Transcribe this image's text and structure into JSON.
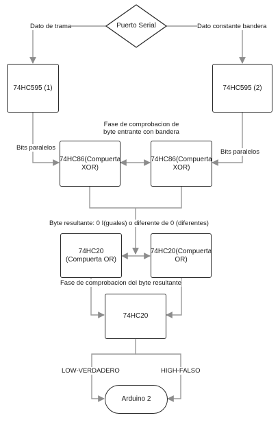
{
  "nodes": {
    "serial": "Puerto Serial",
    "sr1": "74HC595 (1)",
    "sr2": "74HC595 (2)",
    "xor1": "74HC86(Compuerta XOR)",
    "xor2": "74HC86(Compuerta XOR)",
    "or1": "74HC20 (Compuerta OR)",
    "or2": "74HC20(Compuerta OR)",
    "and": "74HC20",
    "arduino": "Arduino 2"
  },
  "labels": {
    "dato_trama": "Dato de trama",
    "dato_bandera": "Dato constante bandera",
    "bits_left": "Bits paralelos",
    "bits_right": "Bits paralelos",
    "fase1_line1": "Fase de comprobacion de",
    "fase1_line2": "byte entrante con bandera",
    "byte_resultante": "Byte resultante: 0 I(guales) o diferente de 0 (diferentes)",
    "fase2": "Fase de comprobacion del byte resultante",
    "low": "LOW-VERDADERO",
    "high": "HIGH-FALSO"
  }
}
